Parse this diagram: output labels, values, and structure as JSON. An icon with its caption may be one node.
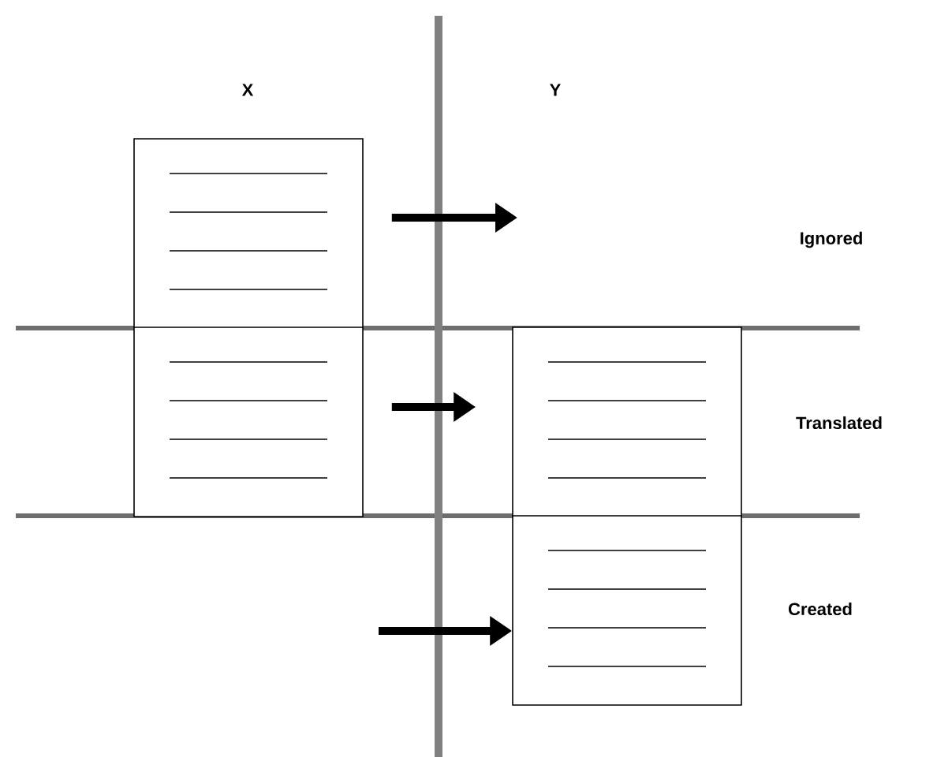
{
  "diagram": {
    "nodes": [
      {
        "text": [],
        "shape": "document"
      },
      {
        "text": [],
        "shape": "document"
      },
      {
        "text": [],
        "shape": "document"
      },
      {
        "text": [],
        "shape": "document"
      }
    ],
    "edges": [
      {
        "from": 0,
        "to": null,
        "arrow": "to"
      },
      {
        "from": 1,
        "to": 2,
        "arrow": "to"
      },
      {
        "from": null,
        "to": 3,
        "arrow": "to"
      }
    ],
    "labels": [
      "X",
      "Y",
      "Ignored",
      "Translated",
      "Created"
    ]
  }
}
